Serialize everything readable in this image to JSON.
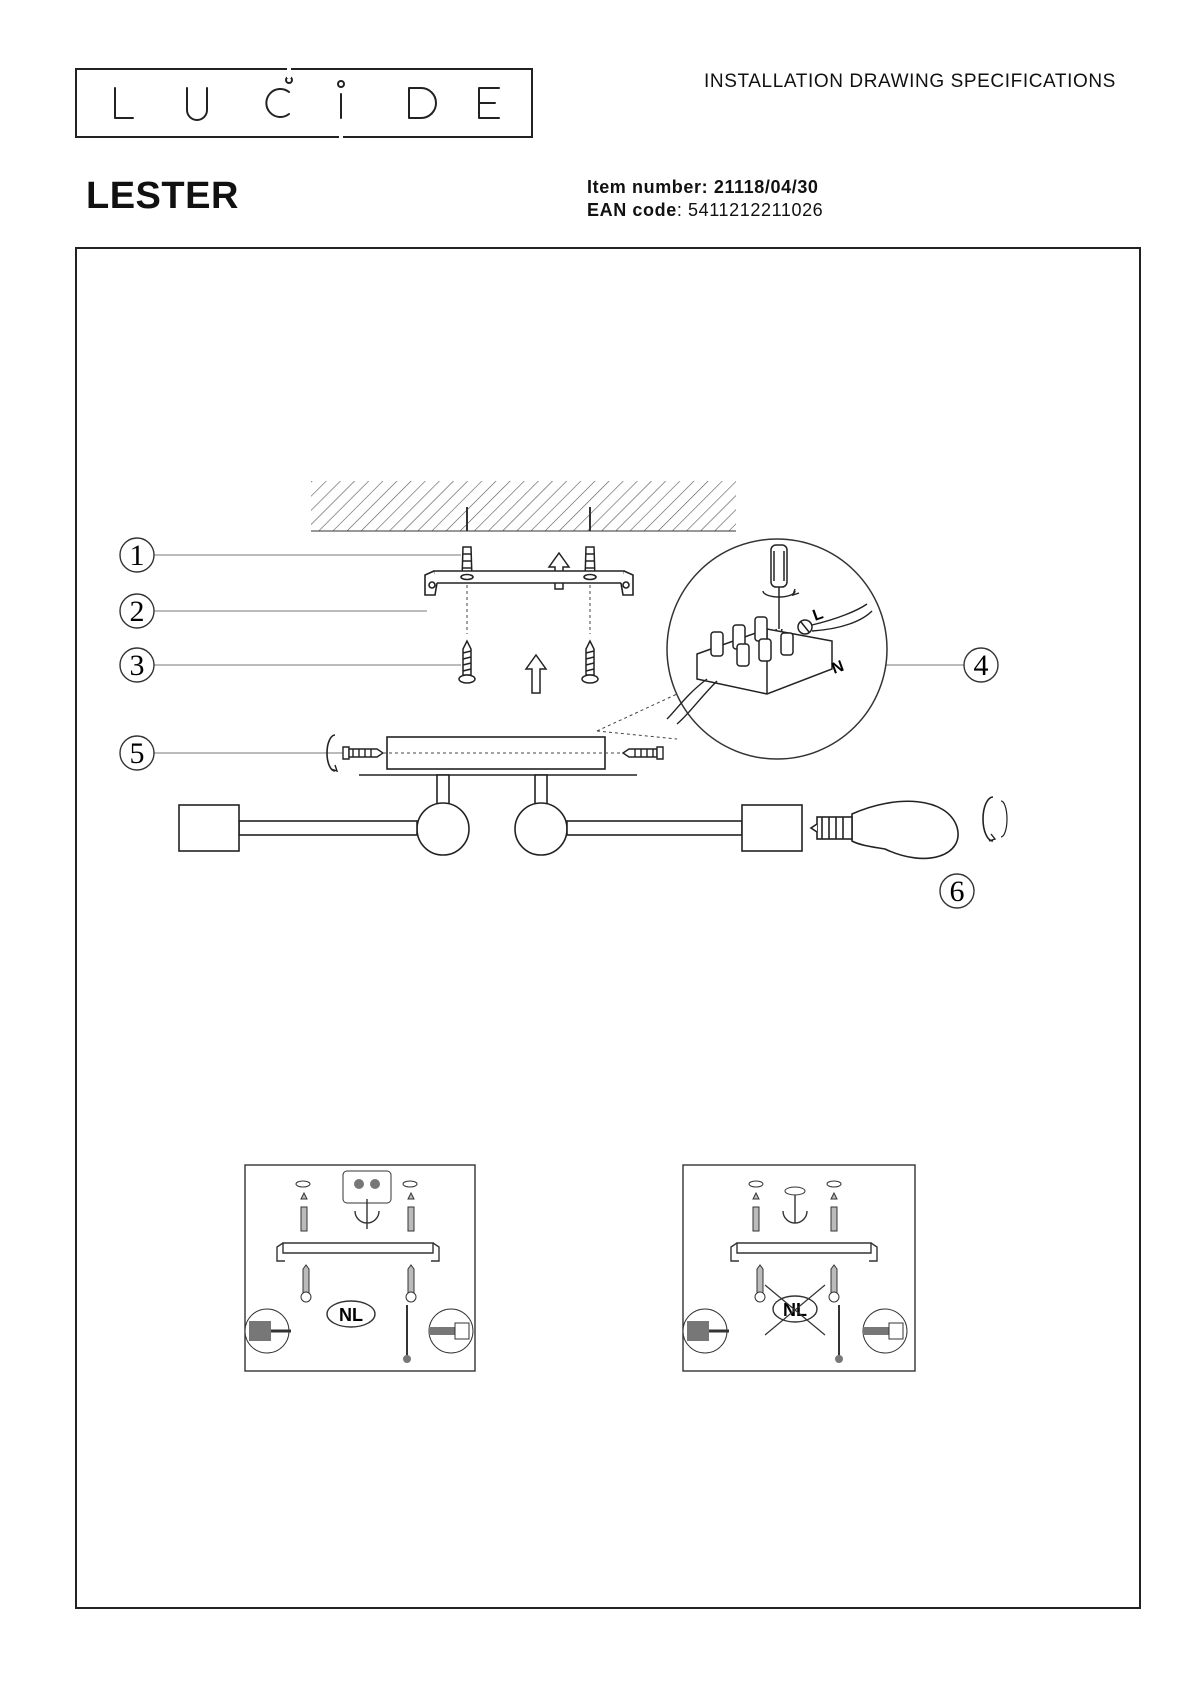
{
  "brand": {
    "logo_letters": [
      "L",
      "U",
      "C",
      "I",
      "D",
      "E"
    ]
  },
  "header": {
    "spec_title": "INSTALLATION DRAWING SPECIFICATIONS"
  },
  "product": {
    "name": "LESTER",
    "item_number_label": "Item number:",
    "item_number": "21118/04/30",
    "ean_label": "EAN code",
    "ean_value": ": 5411212211026"
  },
  "diagram": {
    "callouts": [
      "1",
      "2",
      "3",
      "4",
      "5",
      "6"
    ],
    "wire_labels": {
      "live": "L",
      "neutral": "N"
    }
  },
  "details": {
    "left_badge": "NL",
    "right_badge": "NL"
  }
}
